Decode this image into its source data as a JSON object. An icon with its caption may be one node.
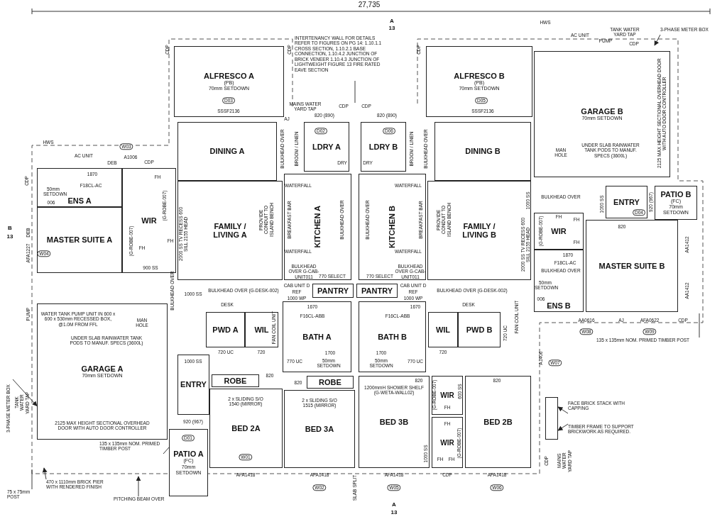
{
  "diagram": {
    "nodes": [
      {
        "text": [
          "ALFRESCO A",
          "(PB)",
          "70mm SETDOWN"
        ]
      },
      {
        "text": [
          "ALFRESCO B",
          "(PB)",
          "70mm SETDOWN"
        ]
      },
      {
        "text": [
          "GARAGE B",
          "70mm SETDOWN"
        ]
      },
      {
        "text": [
          "DINING A"
        ]
      },
      {
        "text": [
          "LDRY A"
        ]
      },
      {
        "text": [
          "LDRY B"
        ]
      },
      {
        "text": [
          "DINING B"
        ]
      },
      {
        "text": [
          "ENS A"
        ]
      },
      {
        "text": [
          "WIR"
        ]
      },
      {
        "text": [
          "MASTER SUITE A"
        ]
      },
      {
        "text": [
          "FAMILY / LIVING A"
        ]
      },
      {
        "text": [
          "KITCHEN A"
        ]
      },
      {
        "text": [
          "KITCHEN B"
        ]
      },
      {
        "text": [
          "FAMILY / LIVING B"
        ]
      },
      {
        "text": [
          "ENTRY"
        ]
      },
      {
        "text": [
          "PATIO B",
          "(FC)",
          "70mm SETDOWN"
        ]
      },
      {
        "text": [
          "WIR"
        ]
      },
      {
        "text": [
          "MASTER SUITE B"
        ]
      },
      {
        "text": [
          "ENS B"
        ]
      },
      {
        "text": [
          "PANTRY"
        ]
      },
      {
        "text": [
          "PANTRY"
        ]
      },
      {
        "text": [
          "GARAGE A",
          "70mm SETDOWN"
        ]
      },
      {
        "text": [
          "PWD A"
        ]
      },
      {
        "text": [
          "WIL"
        ]
      },
      {
        "text": [
          "BATH A"
        ]
      },
      {
        "text": [
          "BATH B"
        ]
      },
      {
        "text": [
          "WIL"
        ]
      },
      {
        "text": [
          "PWD B"
        ]
      },
      {
        "text": [
          "ENTRY"
        ]
      },
      {
        "text": [
          "ROBE"
        ]
      },
      {
        "text": [
          "ROBE"
        ]
      },
      {
        "text": [
          "BED 2A"
        ]
      },
      {
        "text": [
          "BED 3A"
        ]
      },
      {
        "text": [
          "BED 3B"
        ]
      },
      {
        "text": [
          "WIR"
        ]
      },
      {
        "text": [
          "BED 2B"
        ]
      },
      {
        "text": [
          "WIR"
        ]
      },
      {
        "text": [
          "PATIO A",
          "(FC)",
          "70mm SETDOWN"
        ]
      },
      {
        "text": [
          "INTERTENANCY WALL FOR DETAILS REFER TO FIGURES ON PG 14: 1.10.1.1 CROSS SECTION, 1.10.2.1 BASE CONNECTION, 1.10.4.2 JUNCTION OF BRICK VENEER 1.10.4.3 JUNCTION OF LIGHTWEIGHT FIGURE 13 FIRE RATED EAVE SECTION"
        ]
      },
      {
        "text": [
          "3-PHASE METER BOX"
        ]
      },
      {
        "text": [
          "135 x 135mm NOM. PRIMED TIMBER POST"
        ]
      },
      {
        "text": [
          "FACE BRICK STACK WITH CAPPING"
        ]
      },
      {
        "text": [
          "TIMBER FRAME TO SUPPORT BRICKWORK AS REQUIRED."
        ]
      },
      {
        "text": [
          "3-PHASE METER BOX"
        ]
      },
      {
        "text": [
          "135 x 135mm NOM. PRIMED TIMBER POST"
        ]
      },
      {
        "text": [
          "470 x 1110mm BRICK PIER WITH RENDERED FINISH"
        ]
      },
      {
        "text": [
          "75 x 75mm POST"
        ]
      },
      {
        "text": [
          "PITCHING BEAM OVER"
        ]
      },
      {
        "text": [],
        "shape": "box"
      }
    ],
    "edges": [
      {
        "from": 38,
        "to": null,
        "arrow": "none"
      },
      {
        "from": 39,
        "to": null,
        "arrow": "to"
      },
      {
        "from": 40,
        "to": null,
        "arrow": "none"
      },
      {
        "from": 41,
        "to": 48,
        "arrow": "to"
      },
      {
        "from": 42,
        "to": 48,
        "arrow": "to"
      },
      {
        "from": 43,
        "to": 21,
        "arrow": "to"
      },
      {
        "from": 44,
        "to": 37,
        "arrow": "none"
      },
      {
        "from": 45,
        "to": null,
        "arrow": "to"
      },
      {
        "from": 46,
        "to": null,
        "arrow": "none"
      },
      {
        "from": 47,
        "to": null,
        "arrow": "to"
      }
    ],
    "labels": [
      "27,735",
      "A",
      "13",
      "HWS",
      "AC UNIT",
      "PUMP",
      "TANK WATER YARD TAP",
      "CDP",
      "CDP",
      "CDP",
      "CDP",
      "D03",
      "SSSF2136",
      "AJ",
      "MAINS WATER YARD TAP",
      "820 (890)",
      "CDP",
      "CDP",
      "820 (890)",
      "D05",
      "SSSF2136",
      "D02",
      "DRY",
      "DRY",
      "D06",
      "BULKHEAD OVER",
      "BROOM / LINEN",
      "BROOM / LINEN",
      "BULKHEAD OVER",
      "HWS",
      "AC UNIT",
      "W03",
      "A1006",
      "DEB",
      "CDP",
      "CDP",
      "1870",
      "F18CL-AC",
      "FH",
      "50mm SETDOWN",
      "006",
      "(G-ROBE-007)",
      "(G-ROBE-007)",
      "FH",
      "FH",
      "900 SS",
      "2000 SS TV RECESS 600 SILL 2155 HEAD",
      "BULKHEAD OVER",
      "1000 SS",
      "DEB",
      "AFA1227",
      "W04",
      "B",
      "13",
      "WATERFALL",
      "WATERFALL",
      "WATERFALL",
      "WATERFALL",
      "PROVIDE CONDUIT TO ISLAND BENCH",
      "BREAKFAST BAR",
      "BULKHEAD OVER",
      "BULKHEAD OVER",
      "BREAKFAST BAR",
      "PROVIDE CONDUIT TO ISLAND BENCH",
      "BULKHEAD OVER G-CAB-UNIT011",
      "BULKHEAD OVER G-CAB-UNIT011",
      "770 SELECT",
      "CAB UNIT D",
      "REF",
      "1000 WP",
      "770 SELECT",
      "CAB UNIT D",
      "REF",
      "1000 WP",
      "BULKHEAD OVER (G-DESK-002)",
      "BULKHEAD OVER (G-DESK-002)",
      "DESK",
      "DESK",
      "1670",
      "1670",
      "F16CL-ABB",
      "F16CL-ABB",
      "FAN COIL UNIT",
      "FAN COIL UNIT",
      "720 UC",
      "720",
      "770 UC",
      "770 UC",
      "720",
      "720 UC",
      "1700",
      "50mm SETDOWN",
      "1700",
      "50mm SETDOWN",
      "820",
      "820",
      "820",
      "820",
      "1000 SS",
      "2 x SLIDING S/O 1540 (MIRROR)",
      "2 x SLIDING S/O 1515 (MIRROR)",
      "1200mmH SHOWER SHELF (G-WETA-WALL02)",
      "920 (967)",
      "D01",
      "W01",
      "AFA1418",
      "AFA1418",
      "AFA1418",
      "AFA1418",
      "W02",
      "SLAB SPLIT",
      "W05",
      "CDP",
      "W06",
      "A",
      "13",
      "WATER TANK PUMP UNIT IN 600 x 600 x 530mm RECESSED BOX, @1.0M FROM FFL",
      "MAN HOLE",
      "UNDER SLAB RAINWATER TANK PODS TO MANUF. SPECS (3600L)",
      "2125 MAX HEIGHT SECTIONAL OVERHEAD DOOR WITH AUTO DOOR CONTROLLER",
      "PUMP",
      "TANK WATER YARD TAP",
      "MAN HOLE",
      "UNDER SLAB RAINWATER TANK PODS TO MANUF. SPECS (3600L)",
      "2125 MAX HEIGHT SECTIONAL OVERHEAD DOOR WITH AUTO DOOR CONTROLLER",
      "BULKHEAD OVER",
      "1000 SS",
      "1000 SS",
      "820",
      "FH",
      "(G-ROBE-007)",
      "FH",
      "FH",
      "1870",
      "F18CL-AC",
      "BULKHEAD OVER",
      "50mm SETDOWN",
      "006",
      "2000 SS TV RECESS 600 SILL 2155 HEAD",
      "AA1412",
      "AA1412",
      "AA0616",
      "W08",
      "AJ",
      "AFA0622",
      "W09",
      "CDP",
      "A1406",
      "W07",
      "MAINS WATER YARD TAP",
      "CDP",
      "1000 SS",
      "(G-ROBE-007)",
      "(G-ROBE-007)",
      "600 SS",
      "FH",
      "FH",
      "FH",
      "FH",
      "920 (967)",
      "D04"
    ]
  }
}
